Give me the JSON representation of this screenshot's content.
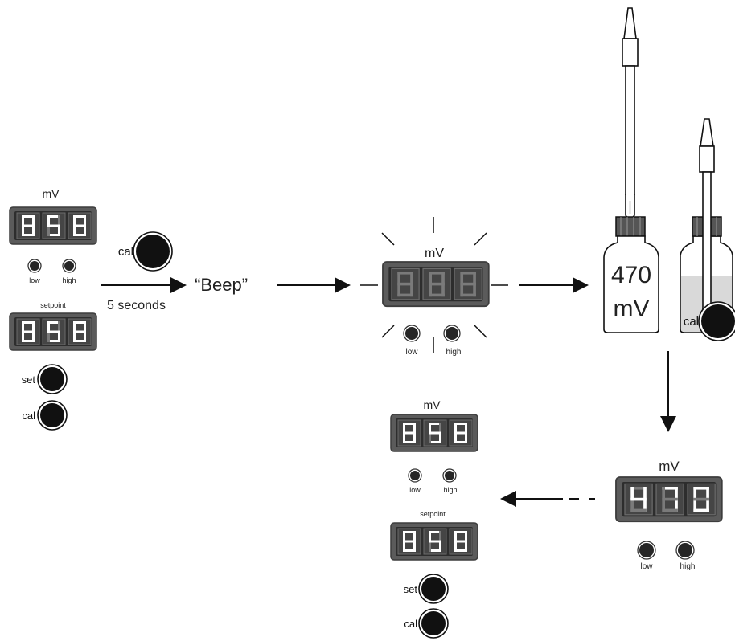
{
  "diagram": {
    "labels": {
      "mv": "mV",
      "setpoint": "setpoint",
      "low": "low",
      "high": "high",
      "cal": "cal",
      "set": "set",
      "beep": "“Beep”",
      "seconds": "5 seconds",
      "bottle_value": "470",
      "bottle_unit": "mV"
    },
    "colors": {
      "display_body": "#5b5b5b",
      "display_inner": "#2d2d2d",
      "segment_on": "#ffffff",
      "button": "#111111",
      "solution": "#d9d9d9"
    },
    "icons": [
      "electrode-icon",
      "bottle-icon",
      "beaker-icon",
      "arrow-icon"
    ]
  }
}
